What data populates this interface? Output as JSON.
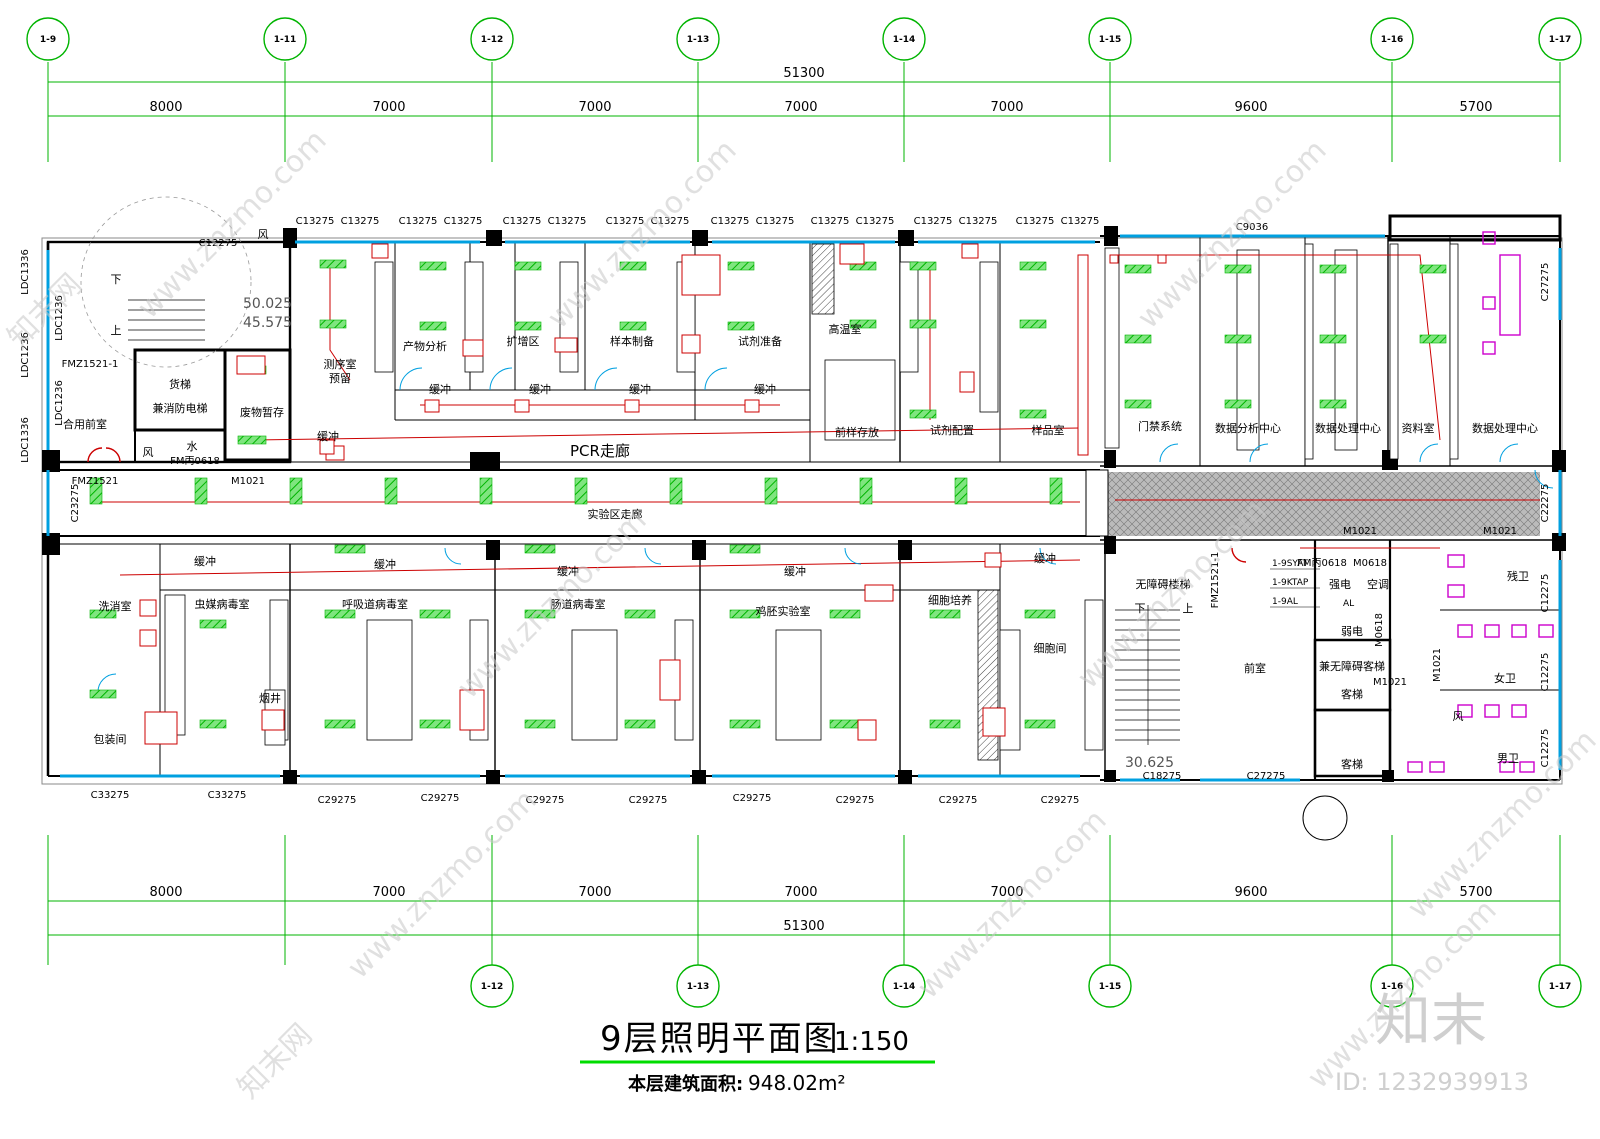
{
  "drawing": {
    "title": "9层照明平面图",
    "scale": "1:150",
    "area_label": "本层建筑面积:",
    "area_value": "948.02m²"
  },
  "axes": {
    "top": [
      "1-9",
      "1-11",
      "1-12",
      "1-13",
      "1-14",
      "1-15",
      "1-16",
      "1-17"
    ],
    "bottom": [
      "1-12",
      "1-13",
      "1-14",
      "1-15",
      "1-16",
      "1-17"
    ]
  },
  "dimensions": {
    "total": "51300",
    "spans": [
      "8000",
      "7000",
      "7000",
      "7000",
      "7000",
      "9600",
      "5700"
    ]
  },
  "rooms": {
    "r1": "合用前室",
    "r2": "测序室",
    "r3": "预留",
    "r4": "产物分析",
    "r5": "扩增区",
    "r6": "样本制备",
    "r7": "试剂准备",
    "r8": "高温室",
    "r9": "前样存放",
    "r10": "试剂配置",
    "r11": "样品室",
    "r12": "数据分析中心",
    "r13": "数据处理中心",
    "r14": "资料室",
    "r15": "数据处理中心",
    "r16": "PCR走廊",
    "r17": "实验区走廊",
    "r18": "洗消室",
    "r19": "虫媒病毒室",
    "r20": "呼吸道病毒室",
    "r21": "肠道病毒室",
    "r22": "鸡胚实验室",
    "r23": "细胞培养",
    "r24": "细胞间",
    "r25": "包装间",
    "r26": "烟井",
    "r27": "无障碍楼梯",
    "r28": "前室",
    "r29": "弱电",
    "r30": "强电",
    "r31": "空调",
    "r32": "女卫",
    "r33": "男卫",
    "r34": "残卫",
    "r35": "废物暂存",
    "r36": "货梯",
    "r37": "兼消防电梯",
    "r38": "水",
    "r39": "风",
    "r40": "客梯",
    "r41": "兼无障碍客梯",
    "r42": "缓冲",
    "r43": "下",
    "r44": "上",
    "r45": "门禁系统"
  },
  "windows": {
    "w1": "C13275",
    "w2": "C12275",
    "w3": "C9036",
    "w4": "C27275",
    "w5": "C23275",
    "w6": "C33275",
    "w7": "C29275",
    "w8": "C18275",
    "w9": "LDC1336",
    "w10": "LDC1236",
    "w11": "FMZ1521-1",
    "w12": "FMZ1521",
    "w13": "M1021",
    "w14": "FM丙0618",
    "w15": "M0618",
    "w16": "C12275",
    "w17": "C22275"
  },
  "panels": {
    "p1": "1-9SYAT",
    "p2": "1-9KTAP",
    "p3": "1-9AL",
    "p4": "AL"
  },
  "levels": {
    "l1": "50.025",
    "l2": "45.575",
    "l3": "30.625"
  },
  "watermark": {
    "site": "www.znzmo.com",
    "brand": "知末网",
    "logo": "知末",
    "id": "ID: 1232939913"
  },
  "colors": {
    "grid": "#00b400",
    "light": "#00dd00",
    "wire": "#cc0000",
    "door": "#00a0e0",
    "fixture": "#cc00cc"
  }
}
